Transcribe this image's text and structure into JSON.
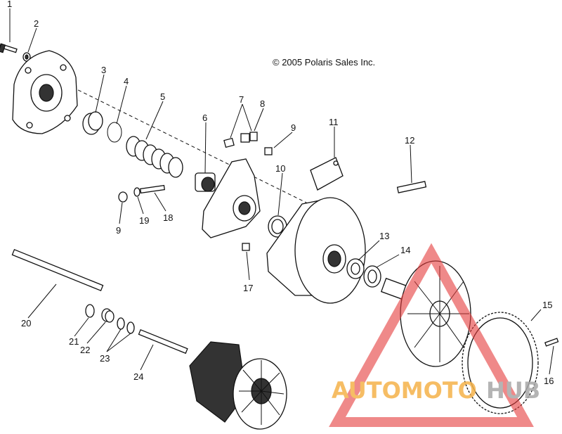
{
  "copyright": "© 2005 Polaris Sales Inc.",
  "labels": {
    "n1": "1",
    "n2": "2",
    "n3": "3",
    "n4": "4",
    "n5": "5",
    "n6": "6",
    "n7": "7",
    "n8": "8",
    "n9a": "9",
    "n9b": "9",
    "n10": "10",
    "n11": "11",
    "n12": "12",
    "n13": "13",
    "n14": "14",
    "n15": "15",
    "n16": "16",
    "n17": "17",
    "n18": "18",
    "n19": "19",
    "n20": "20",
    "n21": "21",
    "n22": "22",
    "n23": "23",
    "n24": "24"
  },
  "watermark": {
    "text_orange": "AUTOMOTO",
    "text_gray": "HUB",
    "color_orange": "#f5b24a",
    "color_gray": "#a8a8a8",
    "color_red": "#e63b3b"
  }
}
